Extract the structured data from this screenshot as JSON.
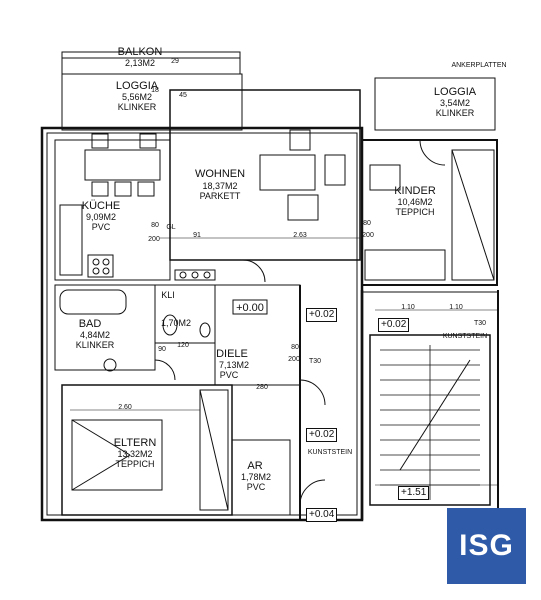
{
  "rooms": {
    "balkon": {
      "name": "BALKON",
      "area": "2,13M2"
    },
    "loggia_left": {
      "name": "LOGGIA",
      "area": "5,56M2",
      "floor": "KLINKER"
    },
    "loggia_right": {
      "name": "LOGGIA",
      "area": "3,54M2",
      "floor": "KLINKER"
    },
    "wohnen": {
      "name": "WOHNEN",
      "area": "18,37M2",
      "floor": "PARKETT"
    },
    "kueche": {
      "name": "KÜCHE",
      "area": "9,09M2",
      "floor": "PVC"
    },
    "kinder": {
      "name": "KINDER",
      "area": "10,46M2",
      "floor": "TEPPICH"
    },
    "bad": {
      "name": "BAD",
      "area": "4,84M2",
      "floor": "KLINKER"
    },
    "kli": {
      "name": "KLI",
      "area": "1,70M2"
    },
    "diele": {
      "name": "DIELE",
      "area": "7,13M2",
      "floor": "PVC"
    },
    "eltern": {
      "name": "ELTERN",
      "area": "13,32M2",
      "floor": "TEPPICH"
    },
    "ar": {
      "name": "AR",
      "area": "1,78M2",
      "floor": "PVC"
    }
  },
  "annotations": {
    "ankerplatten": "ANKERPLATTEN",
    "kunststein_top": "KUNSTSTEIN",
    "kunststein_mid": "KUNSTSTEIN",
    "t30_top": "T30",
    "t30_mid": "T30",
    "gl": "GL"
  },
  "levels": {
    "l000": "+0.00",
    "l002a": "+0.02",
    "l002b": "+0.02",
    "l002c": "+0.02",
    "l004": "+0.04",
    "l151": "+1.51"
  },
  "dimensions": {
    "d_263": "2.63",
    "d_260": "2.60",
    "d_91": "91",
    "d_80a": "80",
    "d_200a": "200",
    "d_80b": "80",
    "d_200b": "200",
    "d_80c": "80",
    "d_200c": "200",
    "d_120": "120",
    "d_90": "90",
    "d_280": "280",
    "d_110a": "1.10",
    "d_110b": "1.10",
    "d_18": "18",
    "d_29": "29",
    "d_45": "45"
  },
  "logo": {
    "text": "ISG",
    "color": "#2e5aa7"
  }
}
